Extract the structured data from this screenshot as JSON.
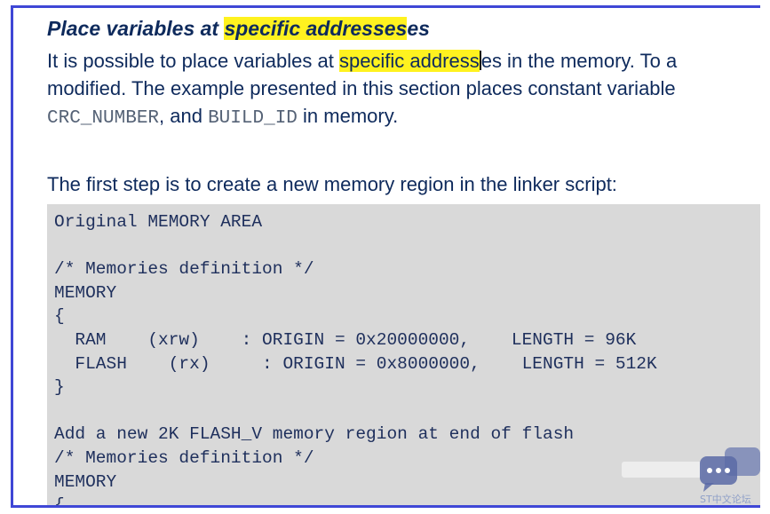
{
  "section": {
    "heading_pre": "Place variables at ",
    "heading_highlight": "specific addresses",
    "heading_post": "es"
  },
  "intro": {
    "line1_pre": "It is possible to place variables at ",
    "line1_highlight": "specific address",
    "line1_post": "es in the memory. To a",
    "line2": "modified. The example presented in this section places constant variable",
    "line3_code1": "CRC_NUMBER",
    "line3_mid": ", and ",
    "line3_code2": "BUILD_ID",
    "line3_end": " in memory."
  },
  "step_text": "The first step is to create a new memory region in the linker script:",
  "code_lines": [
    "Original MEMORY AREA",
    "",
    "/* Memories definition */",
    "MEMORY",
    "{",
    "  RAM    (xrw)    : ORIGIN = 0x20000000,    LENGTH = 96K",
    "  FLASH    (rx)     : ORIGIN = 0x8000000,    LENGTH = 512K",
    "}",
    "",
    "Add a new 2K FLASH_V memory region at end of flash",
    "/* Memories definition */",
    "MEMORY",
    "{"
  ],
  "watermark": {
    "text": "ST中文论坛",
    "icon": "chat-bubbles-icon"
  },
  "colors": {
    "frame": "#3f47d6",
    "highlight": "#fff21f",
    "text": "#0e2a5c",
    "code_bg": "#d9d9d9"
  }
}
